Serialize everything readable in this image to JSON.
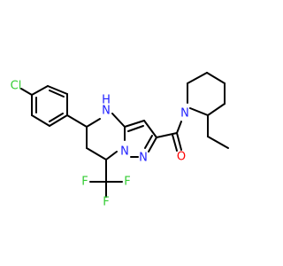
{
  "molecule": {
    "colors": {
      "bond": "#000000",
      "nitrogen": "#2020ff",
      "oxygen": "#ff0000",
      "fluorine": "#33cc33",
      "chlorine": "#33cc33",
      "background": "#ffffff"
    },
    "labels": {
      "chlorine": "Cl",
      "nh_n": "N",
      "nh_h": "H",
      "ring_n1": "N",
      "ring_n2": "N",
      "amide_n": "N",
      "carbonyl_o": "O",
      "fluorine_left": "F",
      "fluorine_right": "F",
      "fluorine_bottom": "F"
    }
  }
}
